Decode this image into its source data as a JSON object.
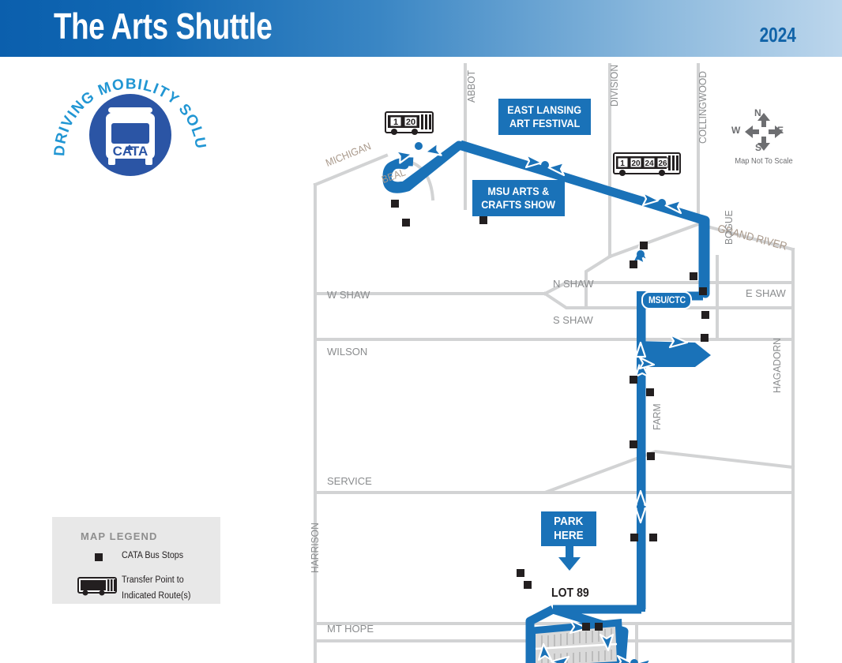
{
  "header": {
    "title": "The Arts Shuttle",
    "year": "2024",
    "gradient_from": "#0b5fad",
    "gradient_to": "#bcd6ec"
  },
  "logo": {
    "arc_text": "DRIVING MOBILITY SOLUTIONS",
    "brand": "CATA",
    "circle_color": "#2b55a5",
    "arc_text_color": "#2196d3"
  },
  "compass": {
    "north": "N",
    "south": "S",
    "west": "W",
    "east": "E",
    "note": "Map Not To Scale"
  },
  "legend": {
    "title": "MAP LEGEND",
    "bus_stop_label": "CATA Bus Stops",
    "transfer_label_line1": "Transfer Point to",
    "transfer_label_line2": "Indicated Route(s)",
    "stop_color": "#231f20",
    "background": "#e8e8e8"
  },
  "callouts": [
    {
      "id": "east-lansing-art-festival",
      "line1": "EAST LANSING",
      "line2": "ART FESTIVAL"
    },
    {
      "id": "msu-arts-crafts-show",
      "line1": "MSU ARTS &",
      "line2": "CRAFTS SHOW"
    },
    {
      "id": "park-here",
      "line1": "PARK",
      "line2": "HERE"
    }
  ],
  "route": {
    "name": "The Arts Shuttle",
    "color": "#1a72b8",
    "hub_label": "MSU/CTC",
    "parking_lot_label": "LOT 89"
  },
  "transfer_points": [
    {
      "id": "michigan-beal-transfer",
      "routes": [
        "1",
        "20"
      ]
    },
    {
      "id": "grand-river-division-transfer",
      "routes": [
        "1",
        "20",
        "24",
        "26"
      ]
    }
  ],
  "streets": {
    "michigan": "MICHIGAN",
    "beal": "BEAL",
    "abbot": "ABBOT",
    "division": "DIVISION",
    "collingwood": "COLLINGWOOD",
    "grand_river": "GRAND RIVER",
    "bogue": "BOGUE",
    "w_shaw": "W SHAW",
    "n_shaw": "N SHAW",
    "s_shaw": "S SHAW",
    "e_shaw": "E SHAW",
    "wilson": "WILSON",
    "service": "SERVICE",
    "farm": "FARM",
    "hagadorn": "HAGADORN",
    "harrison": "HARRISON",
    "mt_hope": "MT HOPE"
  }
}
